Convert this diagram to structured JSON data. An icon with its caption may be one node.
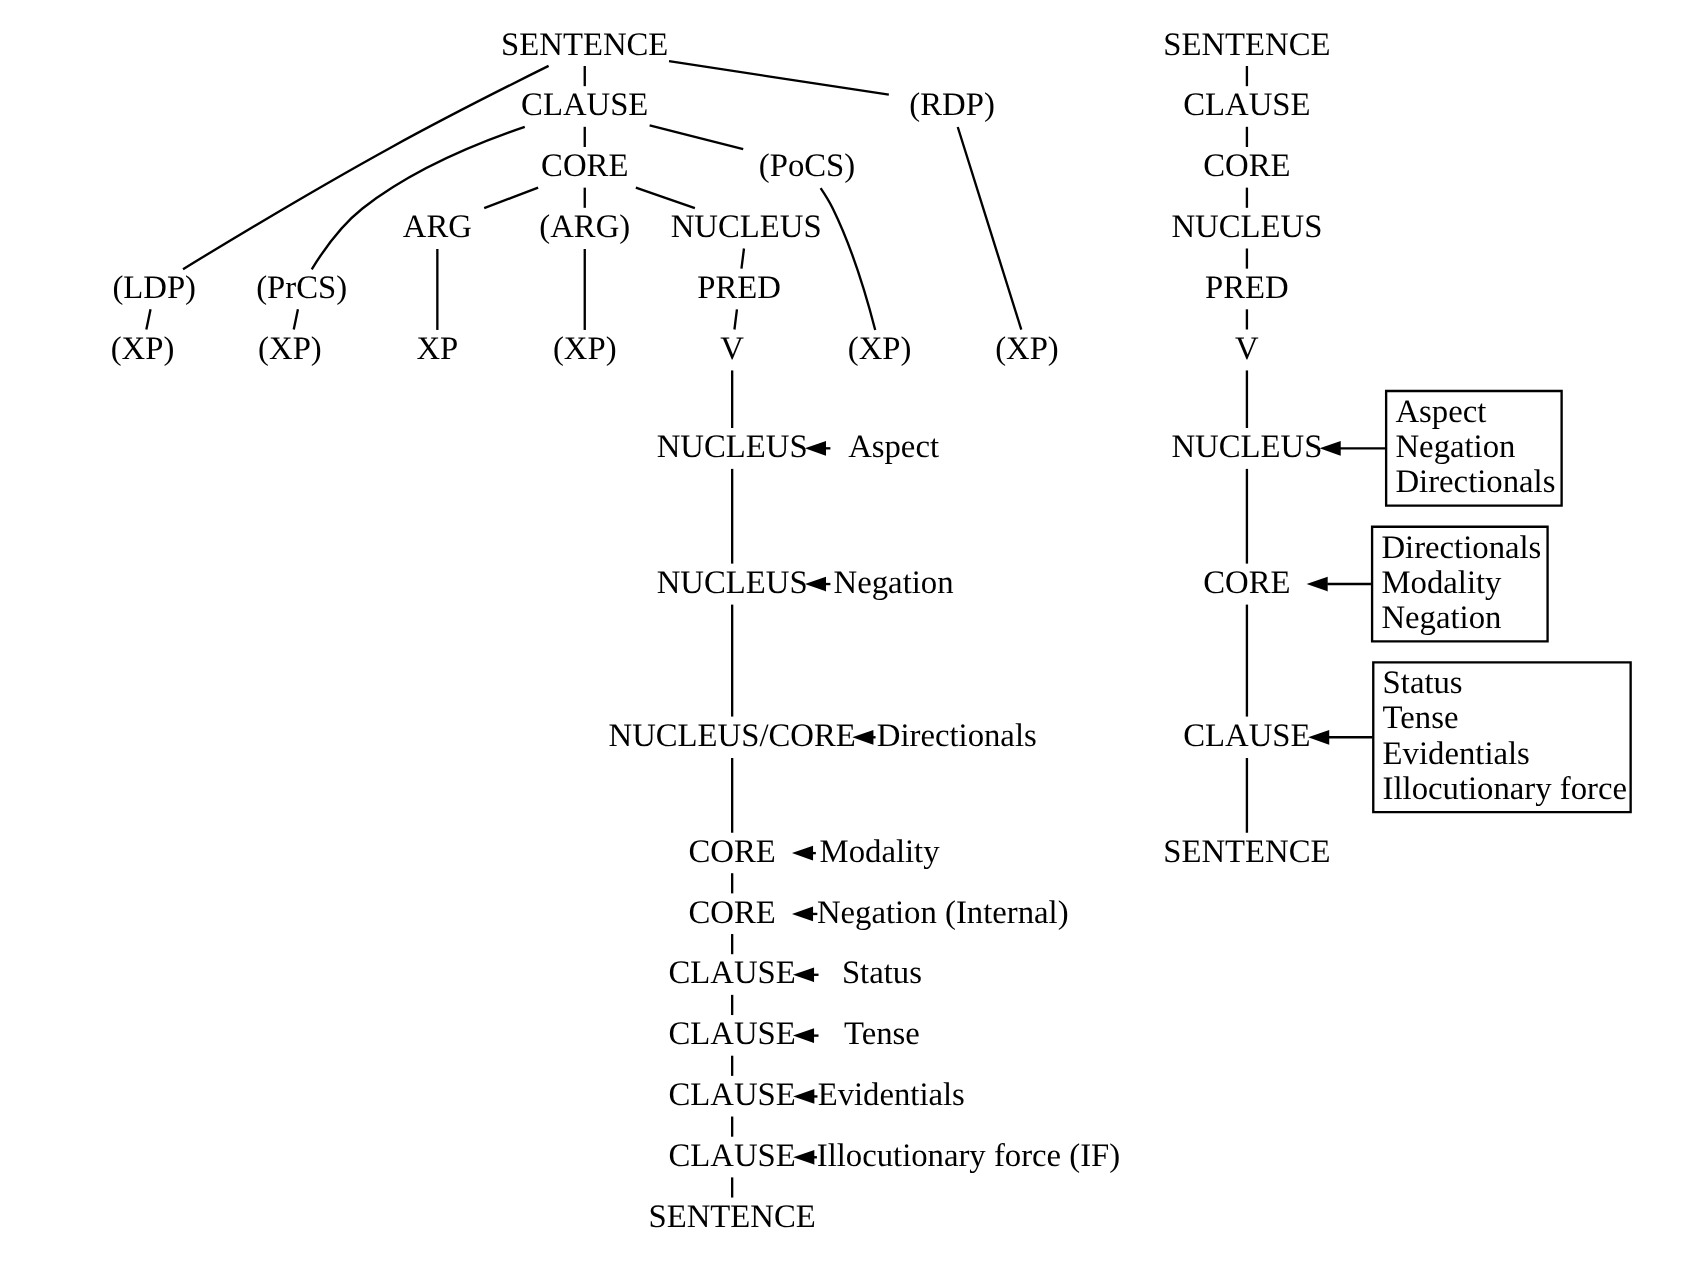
{
  "diagram": {
    "nodes": [
      {
        "text": [
          "SENTENCE"
        ]
      },
      {
        "text": [
          "(LDP)"
        ]
      },
      {
        "text": [
          "CLAUSE"
        ]
      },
      {
        "text": [
          "(RDP)"
        ]
      },
      {
        "text": [
          "(PrCS)"
        ]
      },
      {
        "text": [
          "CORE"
        ]
      },
      {
        "text": [
          "(PoCS)"
        ]
      },
      {
        "text": [
          "ARG"
        ]
      },
      {
        "text": [
          "(ARG)"
        ]
      },
      {
        "text": [
          "NUCLEUS"
        ]
      },
      {
        "text": [
          "PRED"
        ]
      },
      {
        "text": [
          "(XP)"
        ]
      },
      {
        "text": [
          "(XP)"
        ]
      },
      {
        "text": [
          "XP"
        ]
      },
      {
        "text": [
          "(XP)"
        ]
      },
      {
        "text": [
          "V"
        ]
      },
      {
        "text": [
          "(XP)"
        ]
      },
      {
        "text": [
          "(XP)"
        ]
      },
      {
        "text": [
          "NUCLEUS"
        ]
      },
      {
        "text": [
          "Aspect"
        ]
      },
      {
        "text": [
          "NUCLEUS"
        ]
      },
      {
        "text": [
          "Negation"
        ]
      },
      {
        "text": [
          "NUCLEUS/CORE"
        ]
      },
      {
        "text": [
          "Directionals"
        ]
      },
      {
        "text": [
          "CORE"
        ]
      },
      {
        "text": [
          "Modality"
        ]
      },
      {
        "text": [
          "CORE"
        ]
      },
      {
        "text": [
          "Negation (Internal)"
        ]
      },
      {
        "text": [
          "CLAUSE"
        ]
      },
      {
        "text": [
          "Status"
        ]
      },
      {
        "text": [
          "CLAUSE"
        ]
      },
      {
        "text": [
          "Tense"
        ]
      },
      {
        "text": [
          "CLAUSE"
        ]
      },
      {
        "text": [
          "Evidentials"
        ]
      },
      {
        "text": [
          "CLAUSE"
        ]
      },
      {
        "text": [
          "Illocutionary force (IF)"
        ]
      },
      {
        "text": [
          "SENTENCE"
        ]
      },
      {
        "text": [
          "SENTENCE"
        ]
      },
      {
        "text": [
          "CLAUSE"
        ]
      },
      {
        "text": [
          "CORE"
        ]
      },
      {
        "text": [
          "NUCLEUS"
        ]
      },
      {
        "text": [
          "PRED"
        ]
      },
      {
        "text": [
          "V"
        ]
      },
      {
        "text": [
          "NUCLEUS"
        ]
      },
      {
        "text": [
          "Aspect",
          "Negation",
          "Directionals"
        ]
      },
      {
        "text": [
          "CORE"
        ]
      },
      {
        "text": [
          "Directionals",
          "Modality",
          "Negation"
        ]
      },
      {
        "text": [
          "CLAUSE"
        ]
      },
      {
        "text": [
          "Status",
          "Tense",
          "Evidentials",
          "Illocutionary force"
        ]
      },
      {
        "text": [
          "SENTENCE"
        ]
      }
    ],
    "edges": [
      {
        "from": 0,
        "to": 1,
        "arrow": "none"
      },
      {
        "from": 0,
        "to": 2,
        "arrow": "none"
      },
      {
        "from": 0,
        "to": 3,
        "arrow": "none"
      },
      {
        "from": 2,
        "to": 4,
        "arrow": "none"
      },
      {
        "from": 2,
        "to": 5,
        "arrow": "none"
      },
      {
        "from": 2,
        "to": 6,
        "arrow": "none"
      },
      {
        "from": 5,
        "to": 7,
        "arrow": "none"
      },
      {
        "from": 5,
        "to": 8,
        "arrow": "none"
      },
      {
        "from": 5,
        "to": 9,
        "arrow": "none"
      },
      {
        "from": 9,
        "to": 10,
        "arrow": "none"
      },
      {
        "from": 1,
        "to": 11,
        "arrow": "none"
      },
      {
        "from": 4,
        "to": 12,
        "arrow": "none"
      },
      {
        "from": 7,
        "to": 13,
        "arrow": "none"
      },
      {
        "from": 8,
        "to": 14,
        "arrow": "none"
      },
      {
        "from": 10,
        "to": 15,
        "arrow": "none"
      },
      {
        "from": 6,
        "to": 16,
        "arrow": "none"
      },
      {
        "from": 3,
        "to": 17,
        "arrow": "none"
      },
      {
        "from": 15,
        "to": 18,
        "arrow": "none"
      },
      {
        "from": 19,
        "to": 18,
        "arrow": "to"
      },
      {
        "from": 18,
        "to": 20,
        "arrow": "none"
      },
      {
        "from": 21,
        "to": 20,
        "arrow": "to"
      },
      {
        "from": 20,
        "to": 22,
        "arrow": "none"
      },
      {
        "from": 23,
        "to": 22,
        "arrow": "to"
      },
      {
        "from": 22,
        "to": 24,
        "arrow": "none"
      },
      {
        "from": 25,
        "to": 24,
        "arrow": "to"
      },
      {
        "from": 24,
        "to": 26,
        "arrow": "none"
      },
      {
        "from": 27,
        "to": 26,
        "arrow": "to"
      },
      {
        "from": 26,
        "to": 28,
        "arrow": "none"
      },
      {
        "from": 29,
        "to": 28,
        "arrow": "to"
      },
      {
        "from": 28,
        "to": 30,
        "arrow": "none"
      },
      {
        "from": 31,
        "to": 30,
        "arrow": "to"
      },
      {
        "from": 30,
        "to": 32,
        "arrow": "none"
      },
      {
        "from": 33,
        "to": 32,
        "arrow": "to"
      },
      {
        "from": 32,
        "to": 34,
        "arrow": "none"
      },
      {
        "from": 35,
        "to": 34,
        "arrow": "to"
      },
      {
        "from": 34,
        "to": 36,
        "arrow": "none"
      },
      {
        "from": 37,
        "to": 38,
        "arrow": "none"
      },
      {
        "from": 38,
        "to": 39,
        "arrow": "none"
      },
      {
        "from": 39,
        "to": 40,
        "arrow": "none"
      },
      {
        "from": 40,
        "to": 41,
        "arrow": "none"
      },
      {
        "from": 41,
        "to": 42,
        "arrow": "none"
      },
      {
        "from": 42,
        "to": 43,
        "arrow": "none"
      },
      {
        "from": 44,
        "to": 43,
        "arrow": "to"
      },
      {
        "from": 43,
        "to": 45,
        "arrow": "none"
      },
      {
        "from": 46,
        "to": 45,
        "arrow": "to"
      },
      {
        "from": 45,
        "to": 47,
        "arrow": "none"
      },
      {
        "from": 48,
        "to": 47,
        "arrow": "to"
      },
      {
        "from": 47,
        "to": 49,
        "arrow": "none"
      }
    ]
  }
}
